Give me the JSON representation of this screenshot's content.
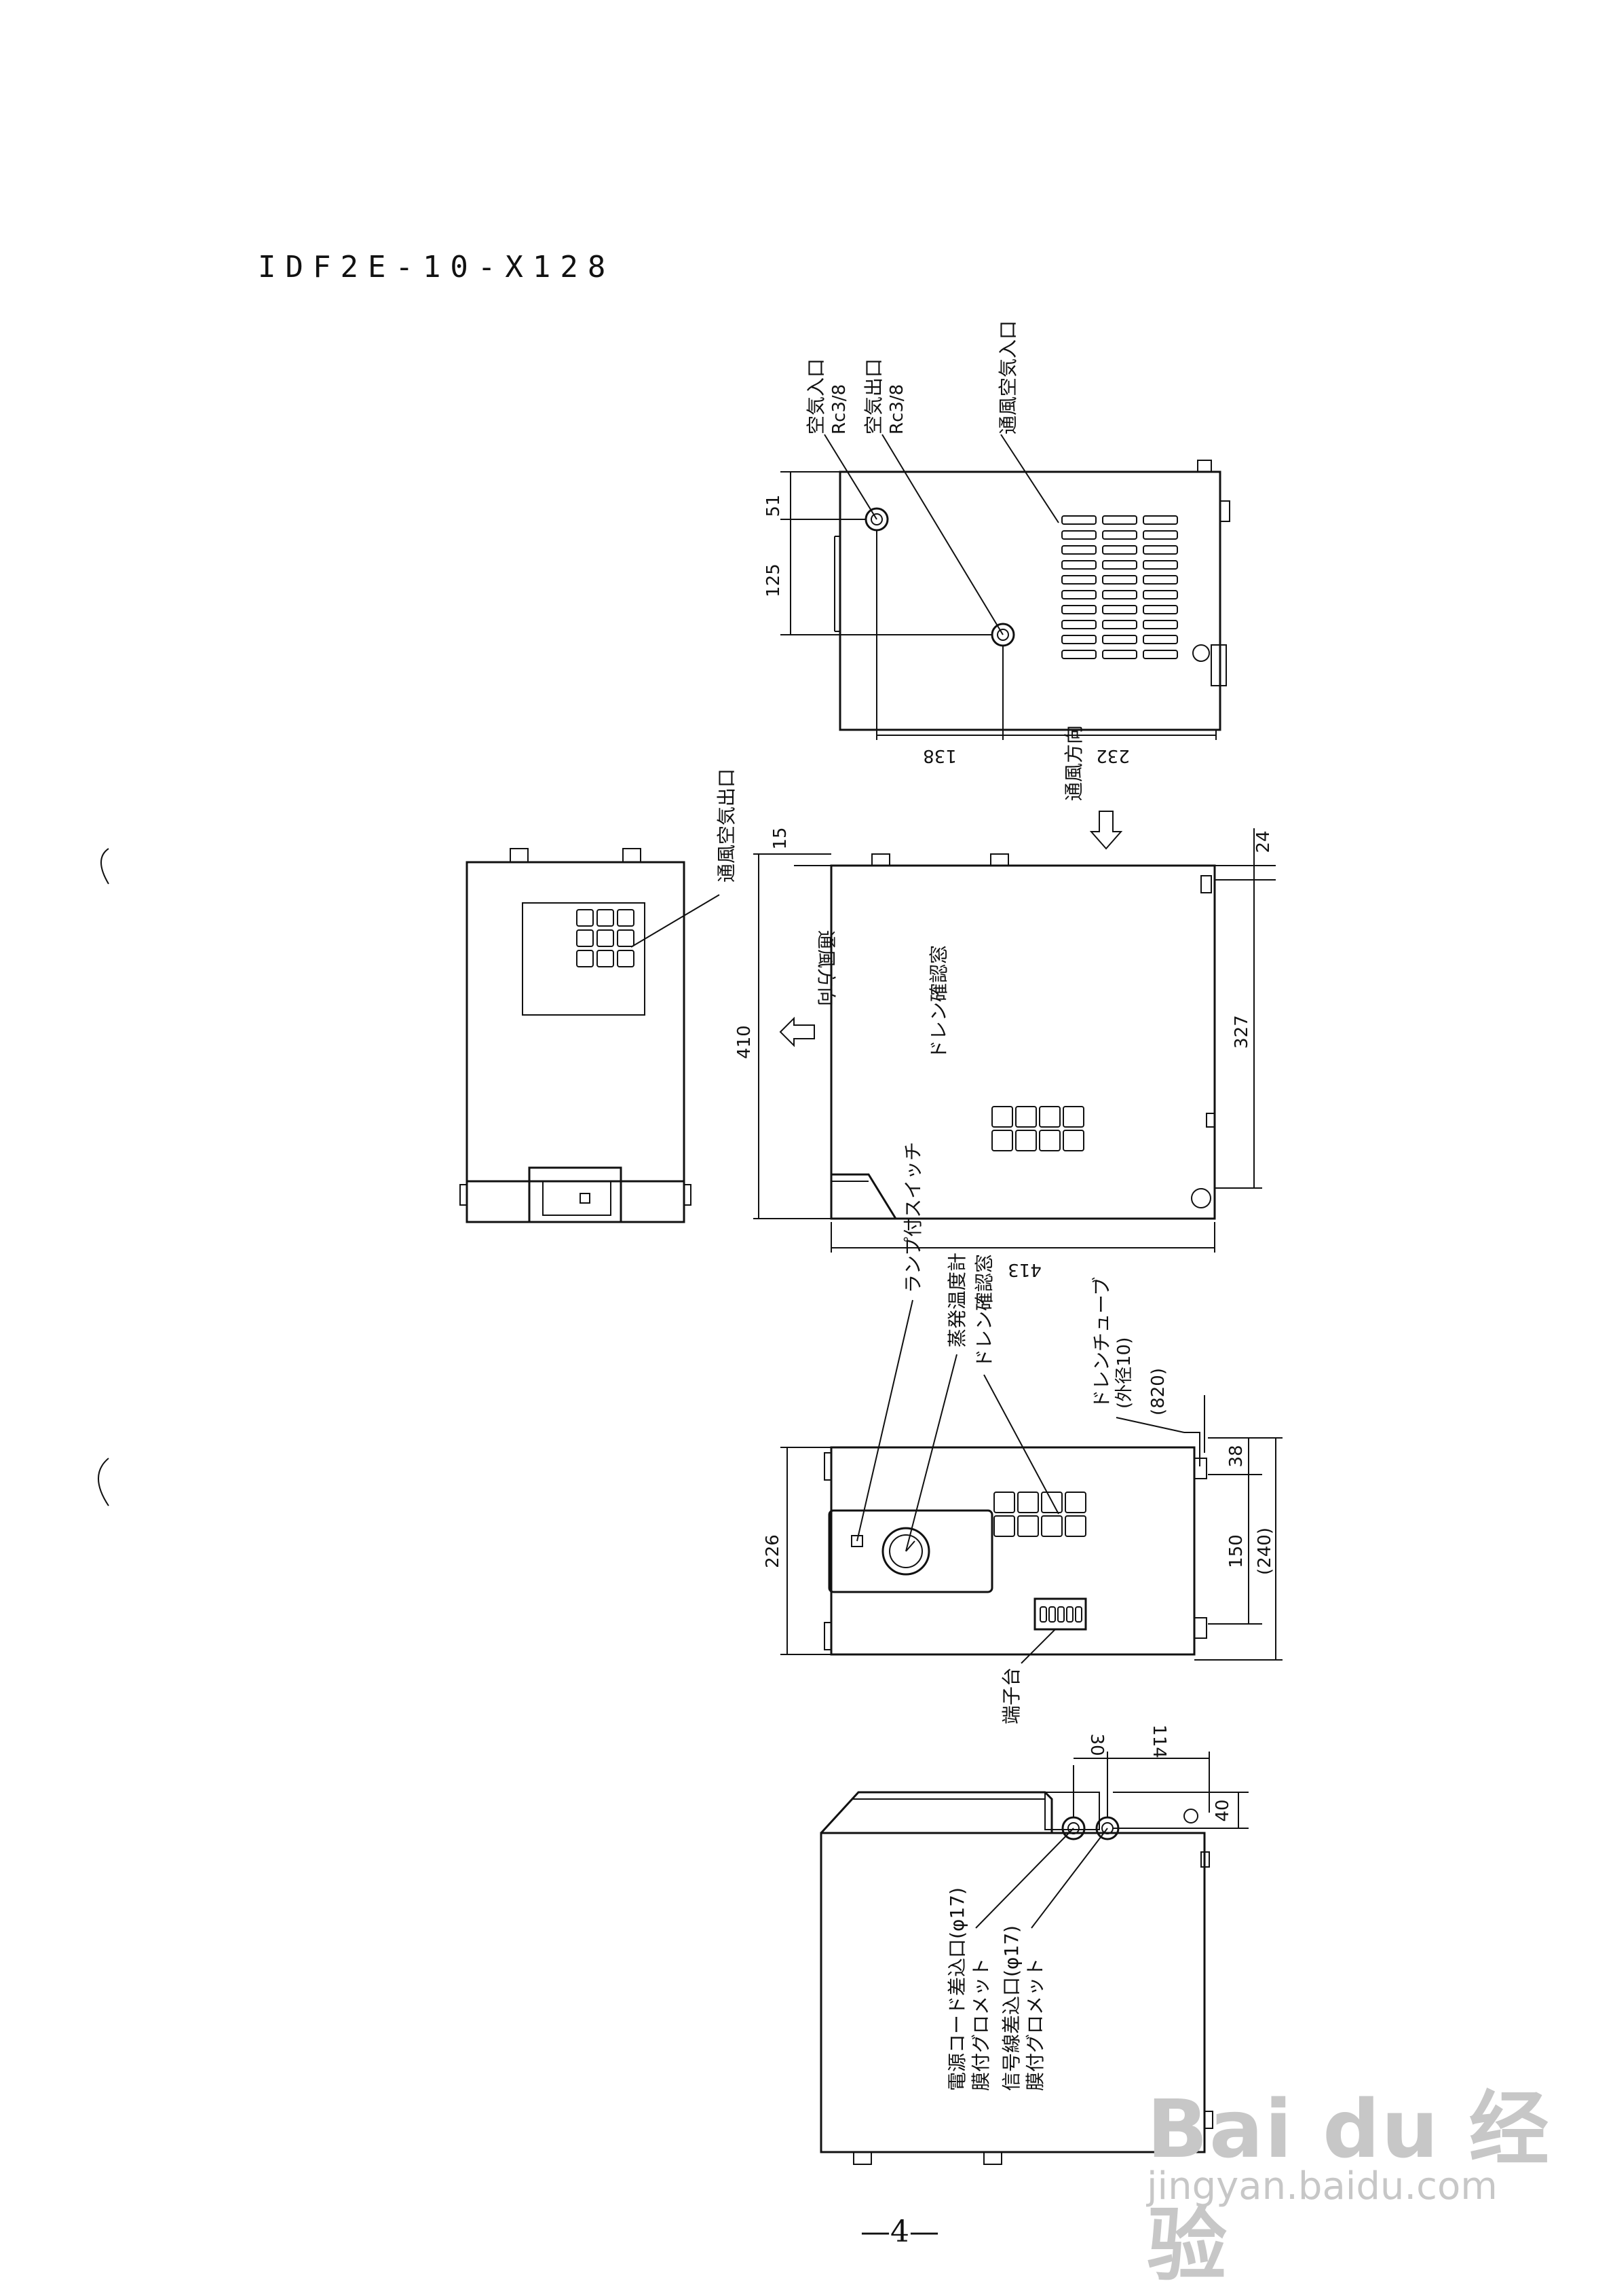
{
  "model": "IDF2E-10-X128",
  "page_number": "—4—",
  "labels": {
    "air_inlet": "空気入口",
    "air_inlet_thread": "Rc3/8",
    "air_outlet": "空気出口",
    "air_outlet_thread": "Rc3/8",
    "vent_air_inlet": "通風空気入口",
    "vent_air_outlet": "通風空気出口",
    "airflow_direction_top": "通風方向",
    "airflow_direction_side": "通風方向",
    "drain_window_side": "ドレン確認窓",
    "lamp_switch": "ランプ付スイッチ",
    "evap_thermometer": "蒸発温度計",
    "drain_window_front": "ドレン確認窓",
    "drain_tube": "ドレンチューブ",
    "drain_tube_od": "(外径10)",
    "terminal_block": "端子台",
    "power_cord_inlet": "電源コード差込口(φ17)",
    "power_cord_grommet": "膜付グロメット",
    "signal_wire_inlet": "信号線差込口(φ17)",
    "signal_wire_grommet": "膜付グロメット"
  },
  "dimensions": {
    "d51": "51",
    "d125": "125",
    "d138": "138",
    "d232": "232",
    "d15": "15",
    "d24": "24",
    "d410": "410",
    "d327": "327",
    "d413": "413",
    "d820": "(820)",
    "d226": "226",
    "d38": "38",
    "d150": "150",
    "d240": "(240)",
    "d30": "30",
    "d114": "114",
    "d40": "40"
  },
  "watermark": {
    "brand": "Bai du 经验",
    "url": "jingyan.baidu.com"
  }
}
